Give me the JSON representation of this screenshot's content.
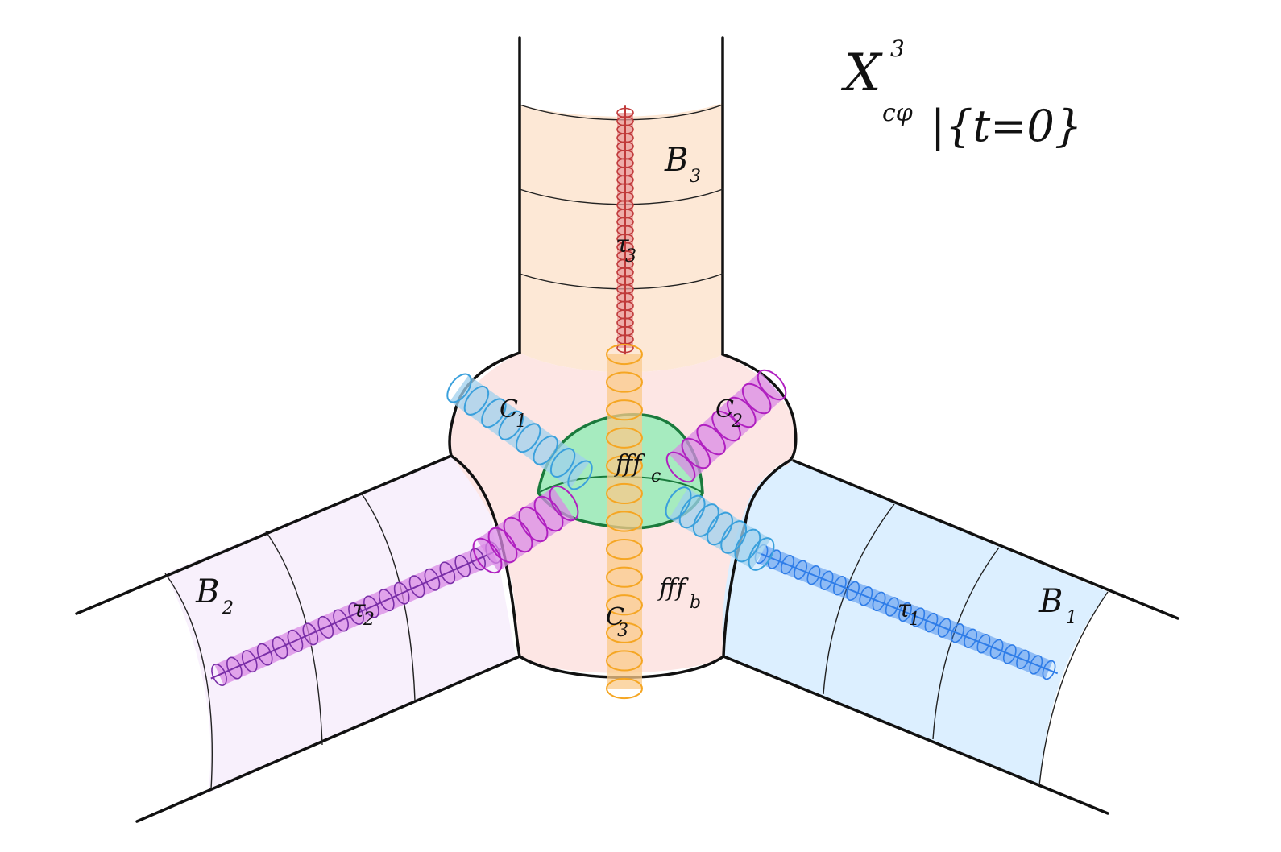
{
  "title": {
    "main": "X",
    "superscript": "3",
    "subscript": "cφ",
    "restriction": "|{t=0}"
  },
  "faces": {
    "b1": {
      "label": "B",
      "sub": "1"
    },
    "b2": {
      "label": "B",
      "sub": "2"
    },
    "b3": {
      "label": "B",
      "sub": "3"
    },
    "ffb": {
      "label": "fff",
      "sub": "b"
    },
    "ffc": {
      "label": "fff",
      "sub": "c"
    }
  },
  "curves": {
    "c1": {
      "label": "C",
      "sub": "1"
    },
    "c2": {
      "label": "C",
      "sub": "2"
    },
    "c3": {
      "label": "C",
      "sub": "3"
    },
    "t1": {
      "label": "τ",
      "sub": "1"
    },
    "t2": {
      "label": "τ",
      "sub": "2"
    },
    "t3": {
      "label": "τ",
      "sub": "3"
    }
  },
  "colors": {
    "b1_fill": "#dcefff",
    "b2_fill": "#f8f0fc",
    "b3_fill": "#fde8d6",
    "center_fill": "#fde6e4",
    "ffc_fill": "#a6ebbf",
    "ffc_stroke": "#1a7a3c",
    "orange": "#f5a623",
    "orange_fill": "#f9c98a",
    "blue": "#3aa0dc",
    "blue_fill": "#9fd0ee",
    "purple": "#b020c0",
    "purple_fill": "#d98ae6",
    "red": "#c03a3a",
    "red_fill": "#e89a9a",
    "tau1": "#2f7de8",
    "tau2": "#7a2fa8"
  }
}
